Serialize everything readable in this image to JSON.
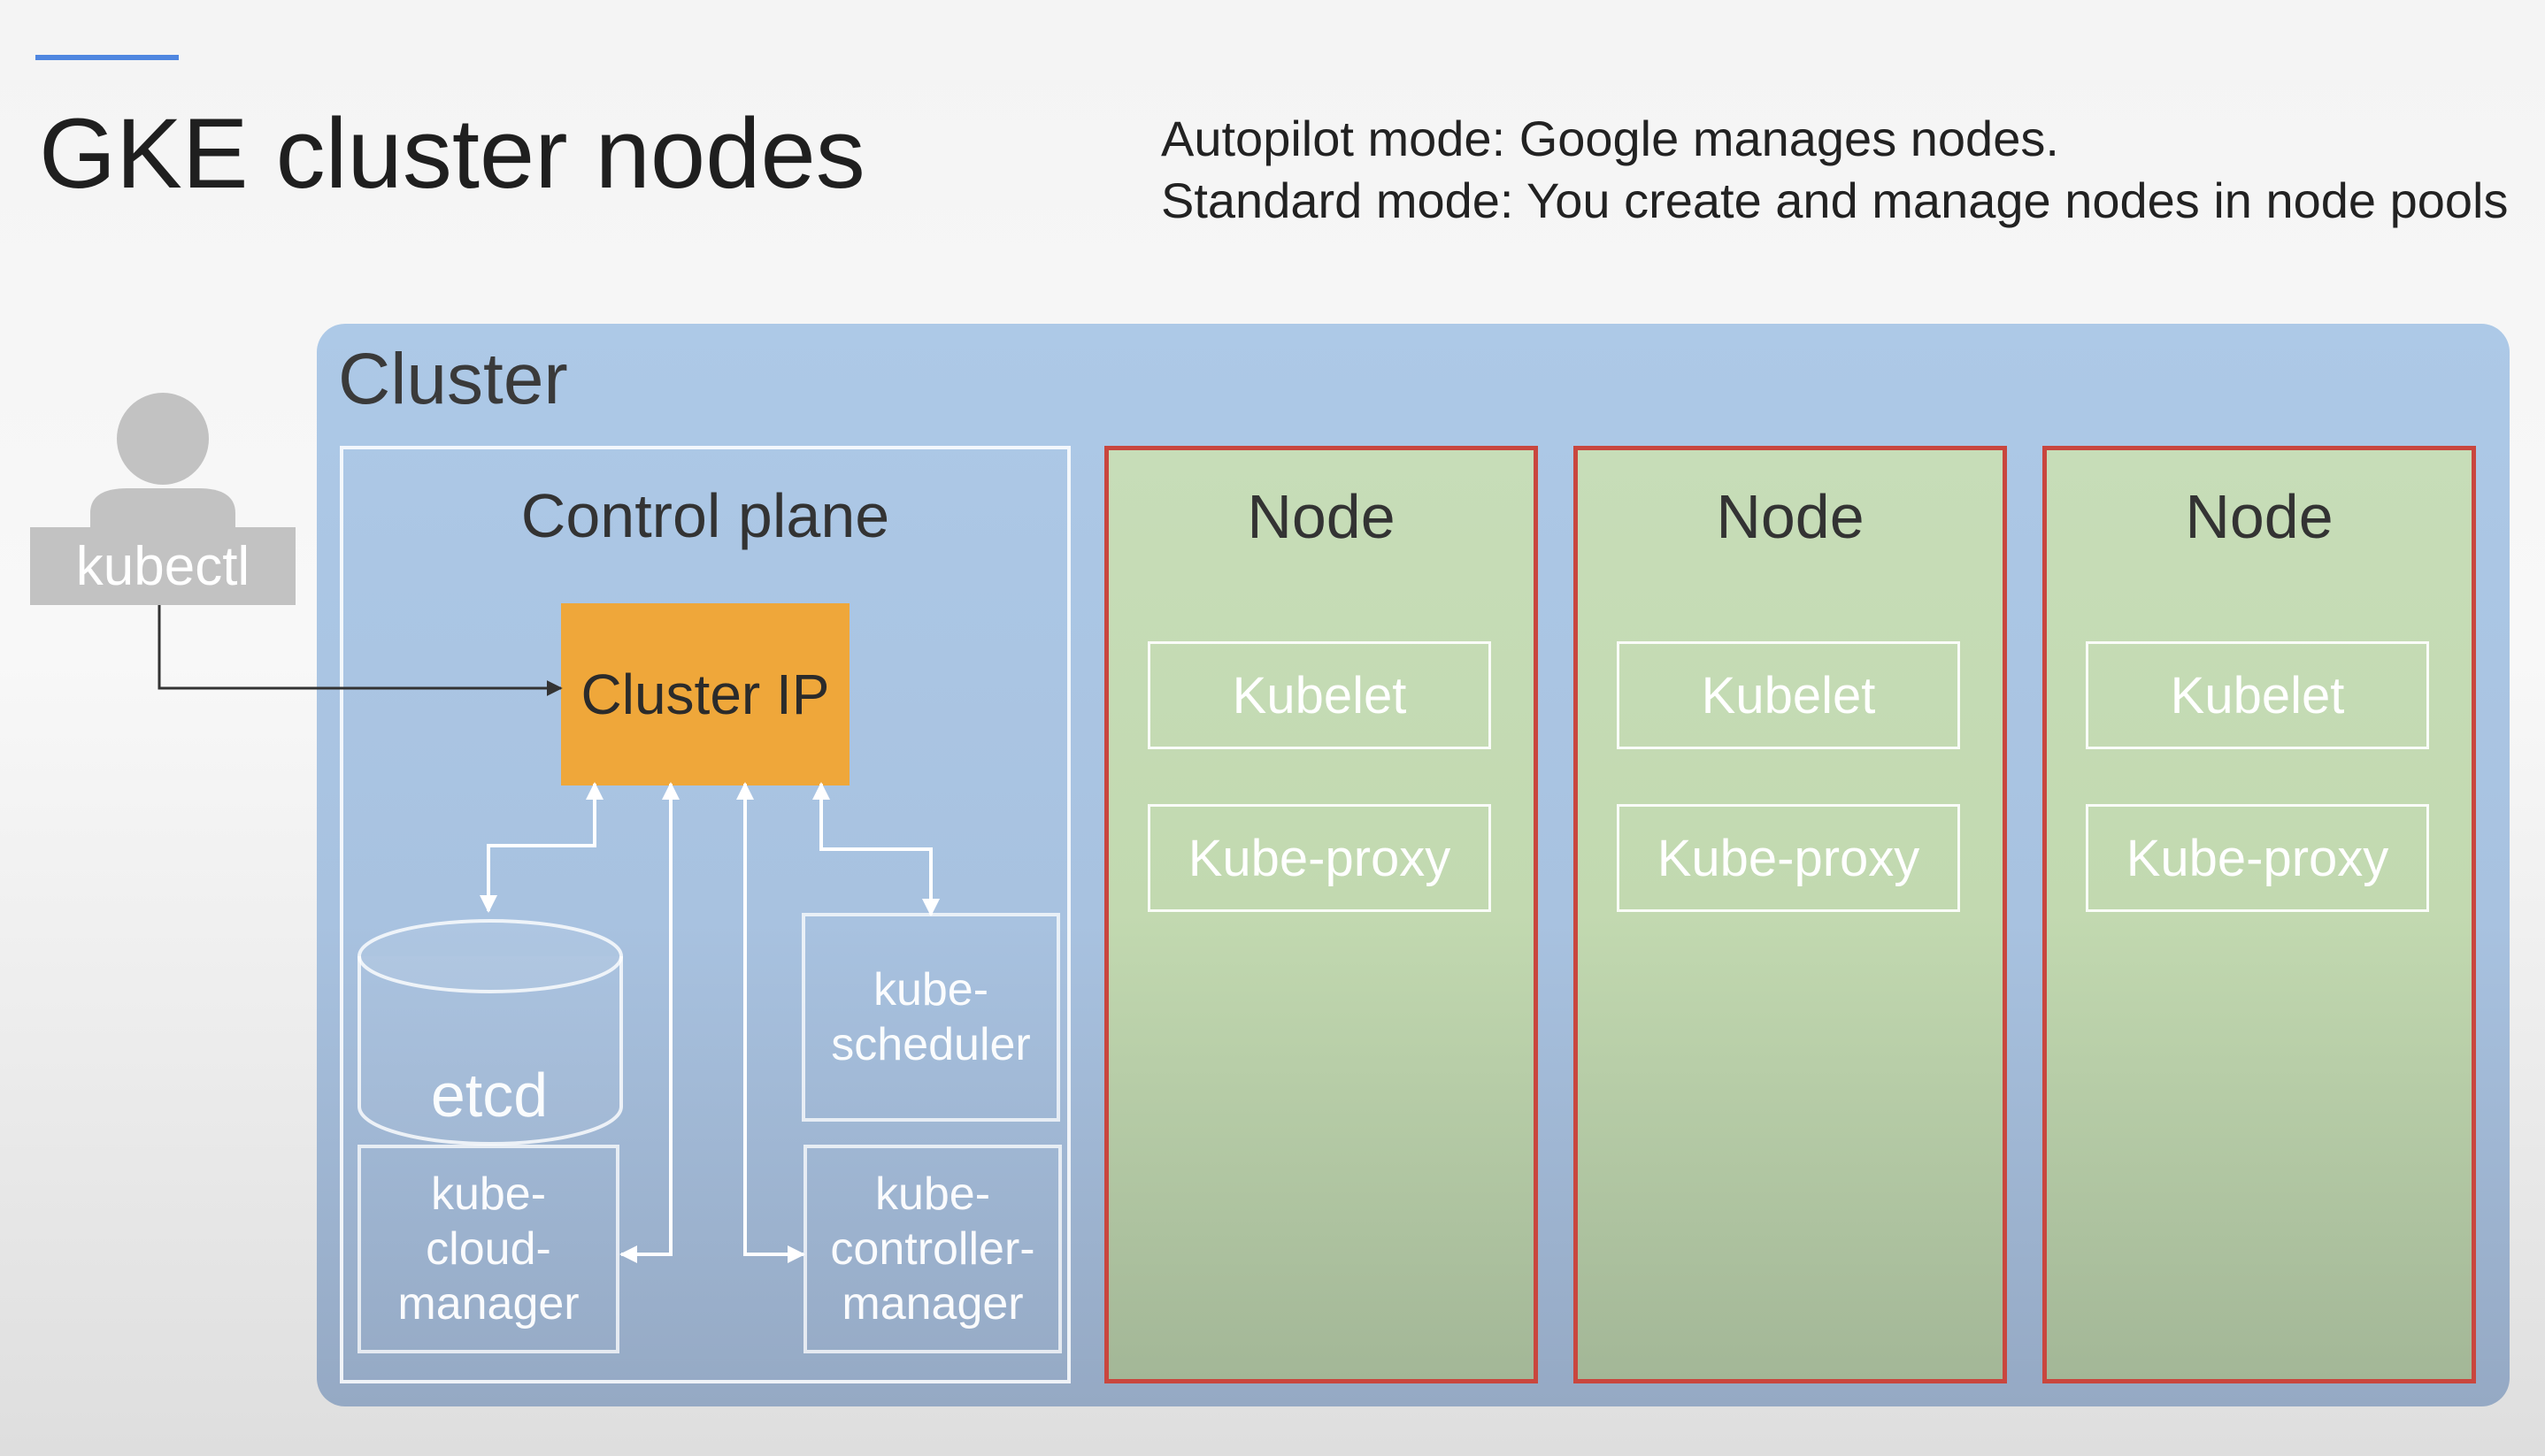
{
  "slide": {
    "title": "GKE cluster nodes",
    "subtitle_lines": [
      "Autopilot mode: Google manages nodes.",
      "Standard mode: You create and manage nodes in node pools"
    ]
  },
  "user": {
    "label": "kubectl",
    "icon": "person-icon"
  },
  "cluster": {
    "title": "Cluster",
    "control_plane": {
      "title": "Control plane",
      "cluster_ip": "Cluster IP",
      "etcd": "etcd",
      "scheduler": "kube-\nscheduler",
      "cloud_manager": "kube-\ncloud-\nmanager",
      "controller_manager": "kube-\ncontroller-\nmanager"
    },
    "nodes": [
      {
        "title": "Node",
        "components": [
          "Kubelet",
          "Kube-proxy"
        ]
      },
      {
        "title": "Node",
        "components": [
          "Kubelet",
          "Kube-proxy"
        ]
      },
      {
        "title": "Node",
        "components": [
          "Kubelet",
          "Kube-proxy"
        ]
      }
    ]
  },
  "colors": {
    "accent": "#4f86e0",
    "cluster_bg": "#adc9e7",
    "cluster_ip": "#efa73a",
    "node_bg": "#c7ddb8",
    "node_border": "#c9463e"
  }
}
